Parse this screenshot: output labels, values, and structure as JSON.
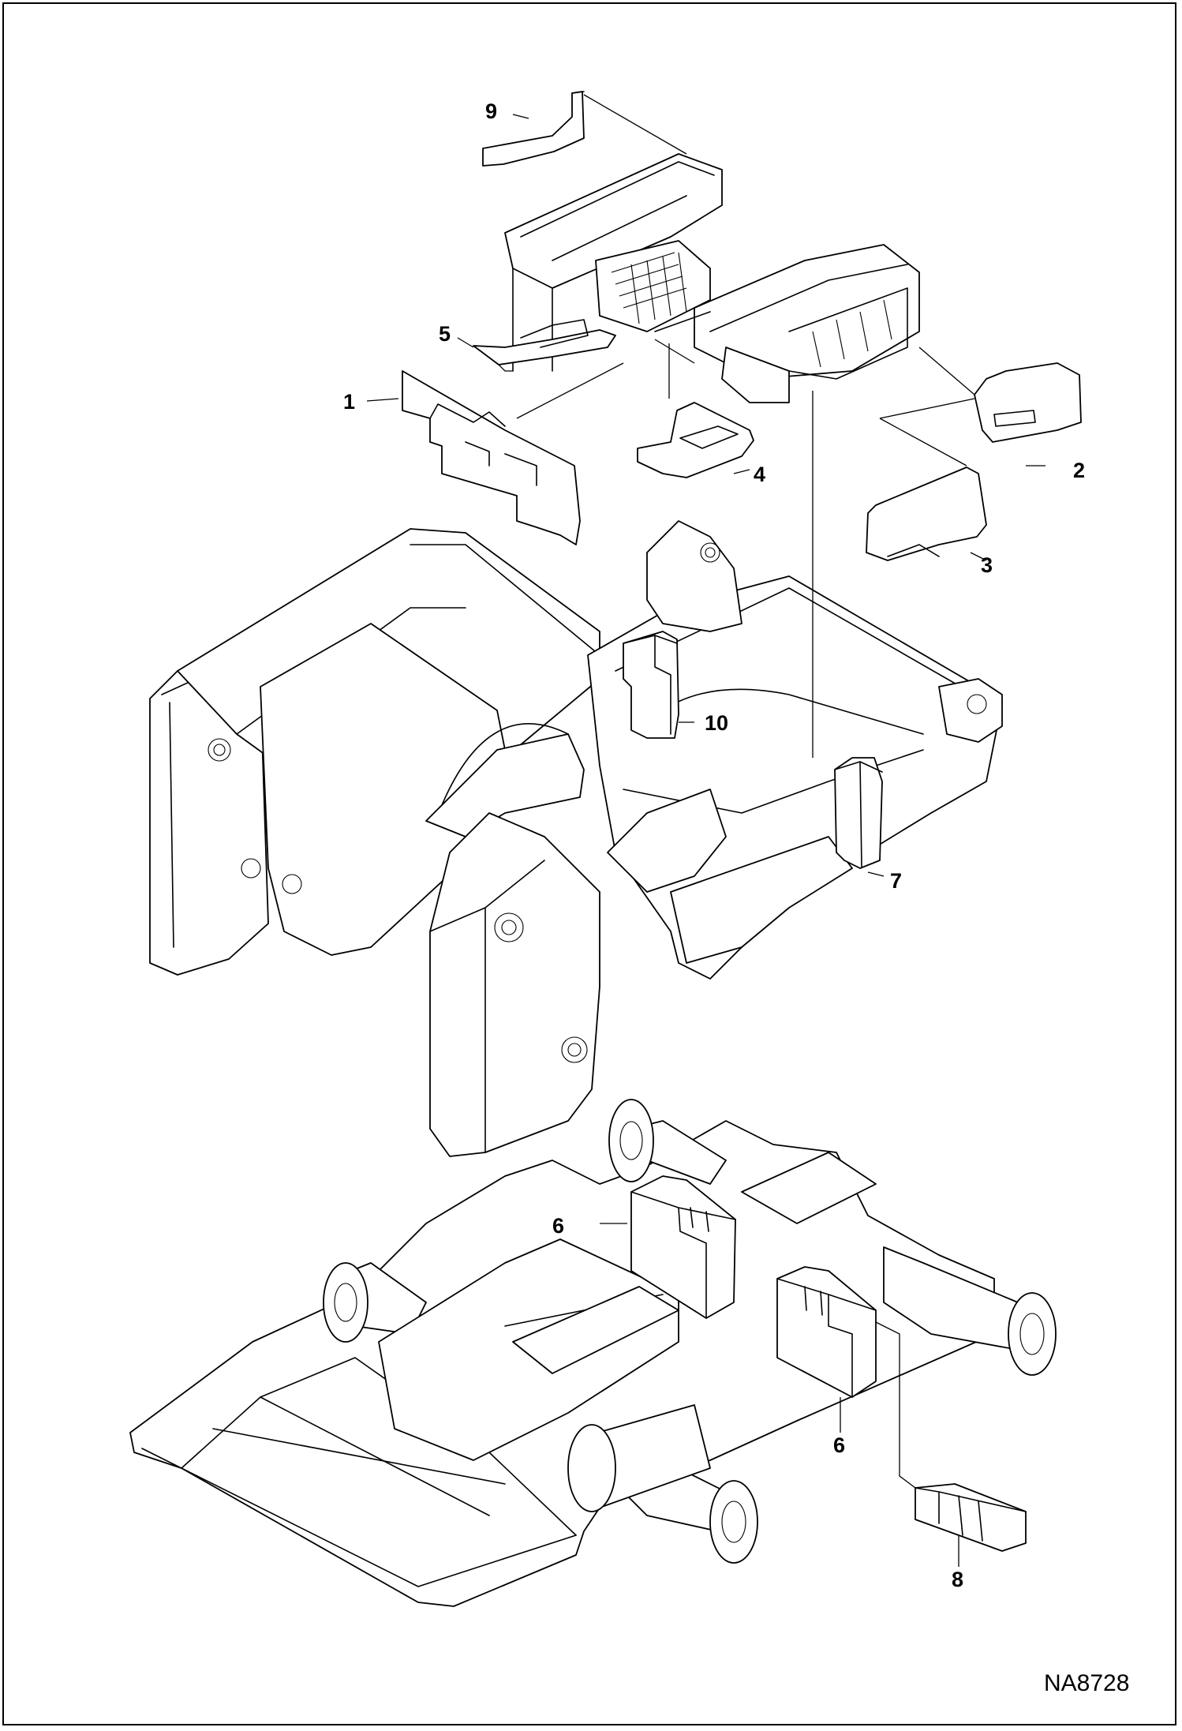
{
  "diagram": {
    "document_id": "NA8728",
    "callouts": [
      {
        "id": "c1",
        "label": "1"
      },
      {
        "id": "c2",
        "label": "2"
      },
      {
        "id": "c3",
        "label": "3"
      },
      {
        "id": "c4",
        "label": "4"
      },
      {
        "id": "c5",
        "label": "5"
      },
      {
        "id": "c6a",
        "label": "6"
      },
      {
        "id": "c6b",
        "label": "6"
      },
      {
        "id": "c7",
        "label": "7"
      },
      {
        "id": "c8",
        "label": "8"
      },
      {
        "id": "c9",
        "label": "9"
      },
      {
        "id": "c10",
        "label": "10"
      }
    ]
  }
}
